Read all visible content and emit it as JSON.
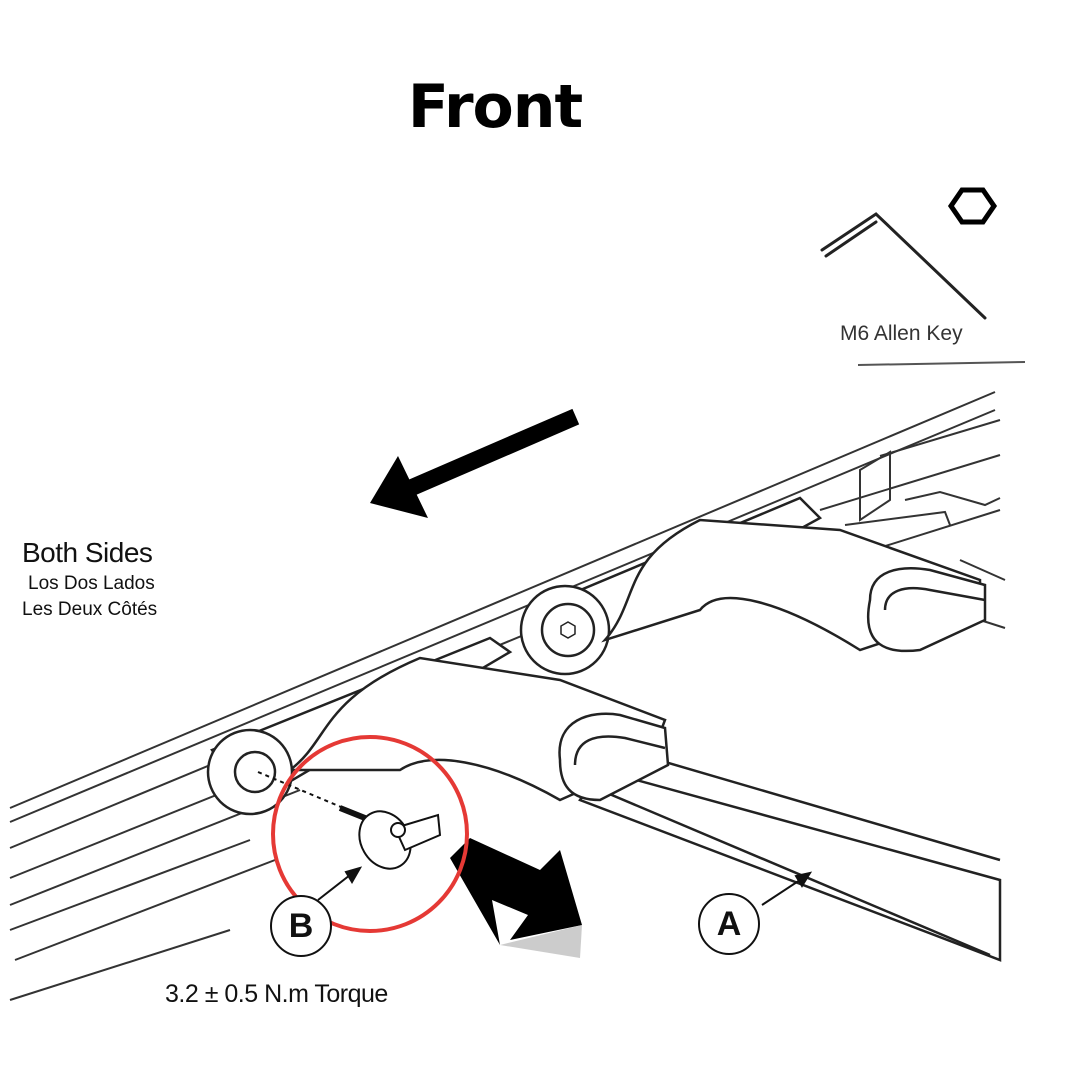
{
  "header": {
    "title": "Front"
  },
  "tool": {
    "label": "M6 Allen Key"
  },
  "note": {
    "main": "Both Sides",
    "spanish": "Los Dos Lados",
    "french": "Les Deux Côtés"
  },
  "parts": {
    "a": "A",
    "b": "B"
  },
  "spec": {
    "torque": "3.2 ± 0.5 N.m Torque"
  },
  "colors": {
    "highlight": "#e53935",
    "ink": "#111111"
  },
  "icons": [
    "hex-socket-icon",
    "allen-key-icon",
    "direction-arrow-icon",
    "insert-arrow-icon"
  ]
}
